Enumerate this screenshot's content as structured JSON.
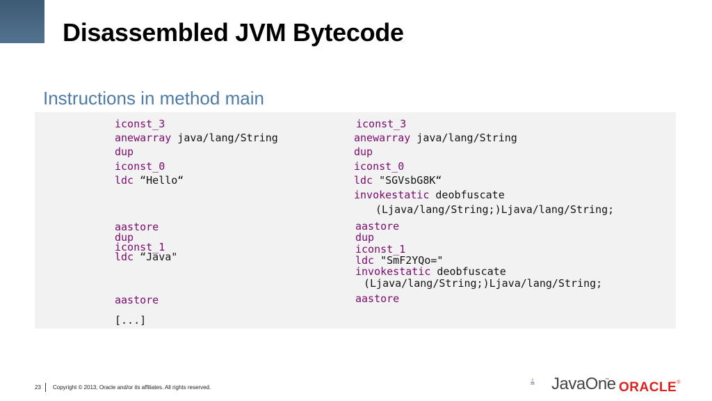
{
  "slide": {
    "title": "Disassembled JVM Bytecode",
    "subtitle": "Instructions in method main"
  },
  "code": {
    "left": [
      {
        "kw": "iconst_3",
        "arg": ""
      },
      {
        "kw": "anewarray",
        "arg": " java/lang/String"
      },
      {
        "kw": "dup",
        "arg": ""
      },
      {
        "kw": "iconst_0",
        "arg": ""
      },
      {
        "kw": "ldc",
        "arg": " “Hello“"
      },
      {
        "kw": "aastore",
        "arg": ""
      },
      {
        "kw": "dup",
        "arg": ""
      },
      {
        "kw": "iconst_1",
        "arg": ""
      },
      {
        "kw": "ldc",
        "arg": " “Java\""
      },
      {
        "kw": "aastore",
        "arg": ""
      },
      {
        "kw": "",
        "arg": "[...]"
      }
    ],
    "right": [
      {
        "kw": "iconst_3",
        "arg": ""
      },
      {
        "kw": "anewarray",
        "arg": " java/lang/String"
      },
      {
        "kw": "dup",
        "arg": ""
      },
      {
        "kw": "iconst_0",
        "arg": ""
      },
      {
        "kw": "ldc",
        "arg": " \"SGVsbG8K“"
      },
      {
        "kw": "invokestatic",
        "arg": " deobfuscate"
      },
      {
        "kw": "",
        "arg": "(Ljava/lang/String;)Ljava/lang/String;"
      },
      {
        "kw": "aastore",
        "arg": ""
      },
      {
        "kw": "dup",
        "arg": ""
      },
      {
        "kw": "iconst_1",
        "arg": ""
      },
      {
        "kw": "ldc",
        "arg": " \"SmF2YQo=\""
      },
      {
        "kw": "invokestatic",
        "arg": " deobfuscate"
      },
      {
        "kw": "",
        "arg": "(Ljava/lang/String;)Ljava/lang/String;"
      },
      {
        "kw": "aastore",
        "arg": ""
      }
    ]
  },
  "footer": {
    "page_number": "23",
    "copyright": "Copyright © 2013, Oracle and/or its affiliates. All rights reserved.",
    "javaone_logo": "JavaOne",
    "javaone_tm": "™",
    "oracle_logo": "ORACLE",
    "oracle_reg": "®"
  },
  "colors": {
    "title_block": "#4a6a86",
    "subtitle": "#4e7aa5",
    "keyword": "#7a0a6e",
    "panel_bg": "#f2f2f2",
    "oracle_red": "#e0201b",
    "java_cup_orange": "#e76f00",
    "java_cup_blue": "#5382a1"
  }
}
